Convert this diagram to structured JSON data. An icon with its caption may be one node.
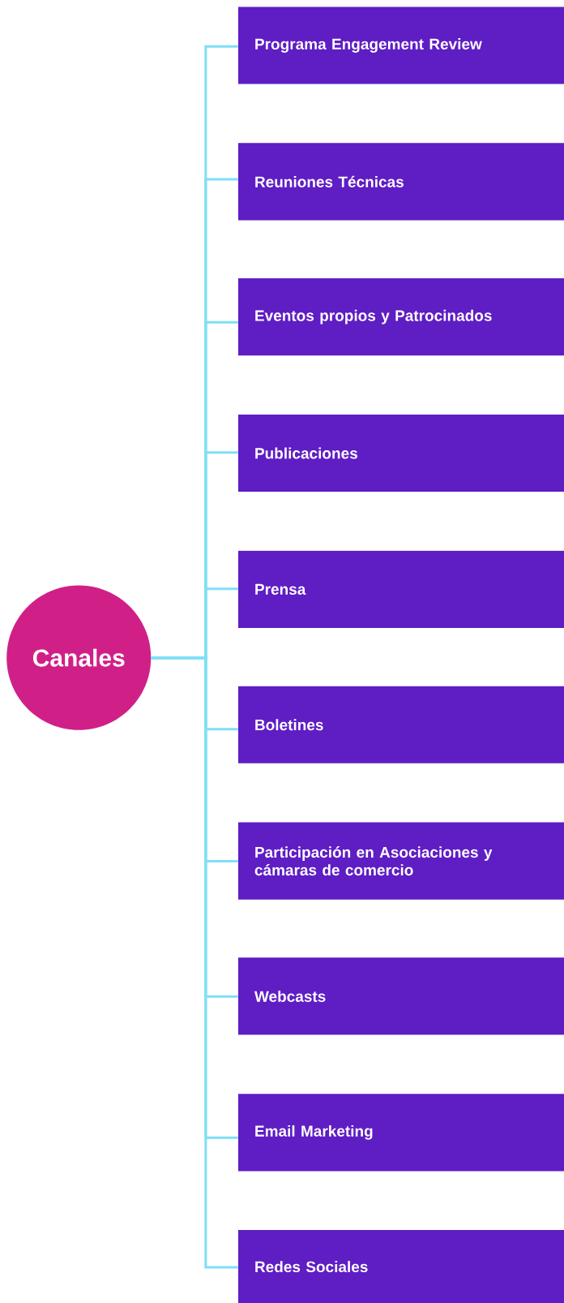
{
  "diagram": {
    "nodes": [
      {
        "text": [
          "Canales"
        ]
      },
      {
        "text": [
          "Programa Engagement Review"
        ]
      },
      {
        "text": [
          "Reuniones Técnicas"
        ]
      },
      {
        "text": [
          "Eventos propios y Patrocinados"
        ]
      },
      {
        "text": [
          "Publicaciones"
        ]
      },
      {
        "text": [
          "Prensa"
        ]
      },
      {
        "text": [
          "Boletines"
        ]
      },
      {
        "text": [
          "Participación en Asociaciones y cámaras de comercio"
        ]
      },
      {
        "text": [
          "Webcasts"
        ]
      },
      {
        "text": [
          "Email Marketing"
        ]
      },
      {
        "text": [
          "Redes Sociales"
        ]
      }
    ],
    "edges": [
      {
        "from": 0,
        "to": 1,
        "arrow": "none"
      },
      {
        "from": 0,
        "to": 2,
        "arrow": "none"
      },
      {
        "from": 0,
        "to": 3,
        "arrow": "none"
      },
      {
        "from": 0,
        "to": 4,
        "arrow": "none"
      },
      {
        "from": 0,
        "to": 5,
        "arrow": "none"
      },
      {
        "from": 0,
        "to": 6,
        "arrow": "none"
      },
      {
        "from": 0,
        "to": 7,
        "arrow": "none"
      },
      {
        "from": 0,
        "to": 8,
        "arrow": "none"
      },
      {
        "from": 0,
        "to": 9,
        "arrow": "none"
      },
      {
        "from": 0,
        "to": 10,
        "arrow": "none"
      }
    ]
  }
}
